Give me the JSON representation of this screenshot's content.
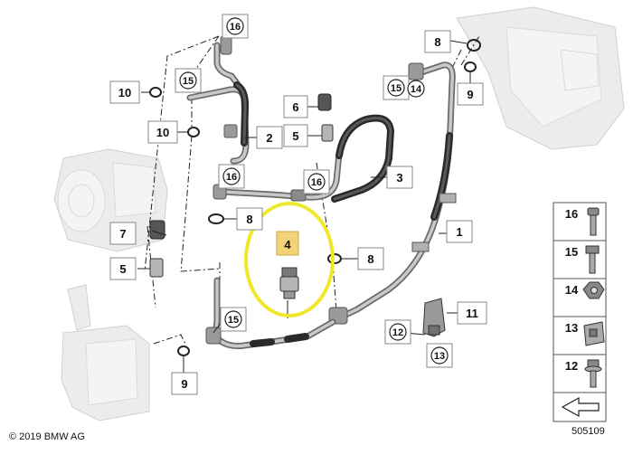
{
  "callouts": {
    "c16a": "16",
    "c15a": "15",
    "c10a": "10",
    "c10b": "10",
    "c2": "2",
    "c6": "6",
    "c5a": "5",
    "c16b": "16",
    "c16c": "16",
    "c3": "3",
    "c8a": "8",
    "c15b": "15",
    "c14": "14",
    "c9a": "9",
    "c7": "7",
    "c5b": "5",
    "c8b": "8",
    "c4": "4",
    "c8c": "8",
    "c1": "1",
    "c11": "11",
    "c12": "12",
    "c13": "13",
    "c15c": "15",
    "c9b": "9"
  },
  "legend": {
    "items": [
      "16",
      "15",
      "14",
      "13",
      "12"
    ]
  },
  "footer": {
    "copyright": "© 2019 BMW AG",
    "diagram_number": "505109"
  },
  "colors": {
    "highlight": "#f0e82a",
    "callout_highlight_fill": "#f3d37a"
  }
}
